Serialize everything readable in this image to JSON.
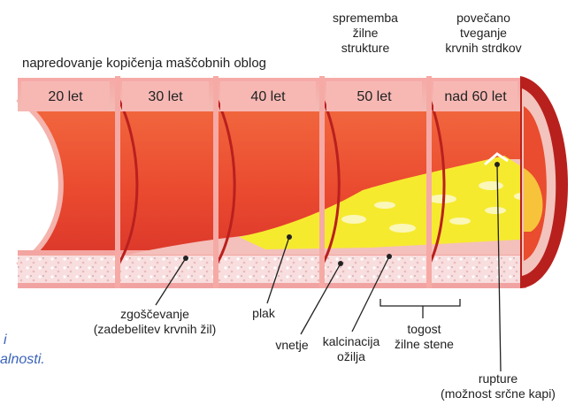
{
  "header": {
    "progression": "napredovanje kopičenja maščobnih oblog",
    "structure_change": [
      "sprememba",
      "žilne",
      "strukture"
    ],
    "clot_risk": [
      "povečano",
      "tveganje",
      "krvnih strdkov"
    ]
  },
  "ages": [
    "20 let",
    "30 let",
    "40 let",
    "50 let",
    "nad 60 let"
  ],
  "labels": {
    "thickening": [
      "zgoščevanje",
      "(zadebelitev krvnih žil)"
    ],
    "plaque": "plak",
    "inflammation": "vnetje",
    "calcification": [
      "kalcinacija",
      "ožilja"
    ],
    "stiffness": [
      "togost",
      "žilne stene"
    ],
    "rupture": [
      "rupture",
      "(možnost srčne kapi)"
    ]
  },
  "side_text": [
    "i",
    "alnosti."
  ],
  "colors": {
    "vessel_red": "#e8432e",
    "vessel_dark": "#c92a22",
    "wall_pink": "#f6b6b4",
    "plaque_yellow": "#f7ef3a",
    "calcification_cream": "#fbf6b0",
    "side_text_blue": "#3a63b8"
  }
}
